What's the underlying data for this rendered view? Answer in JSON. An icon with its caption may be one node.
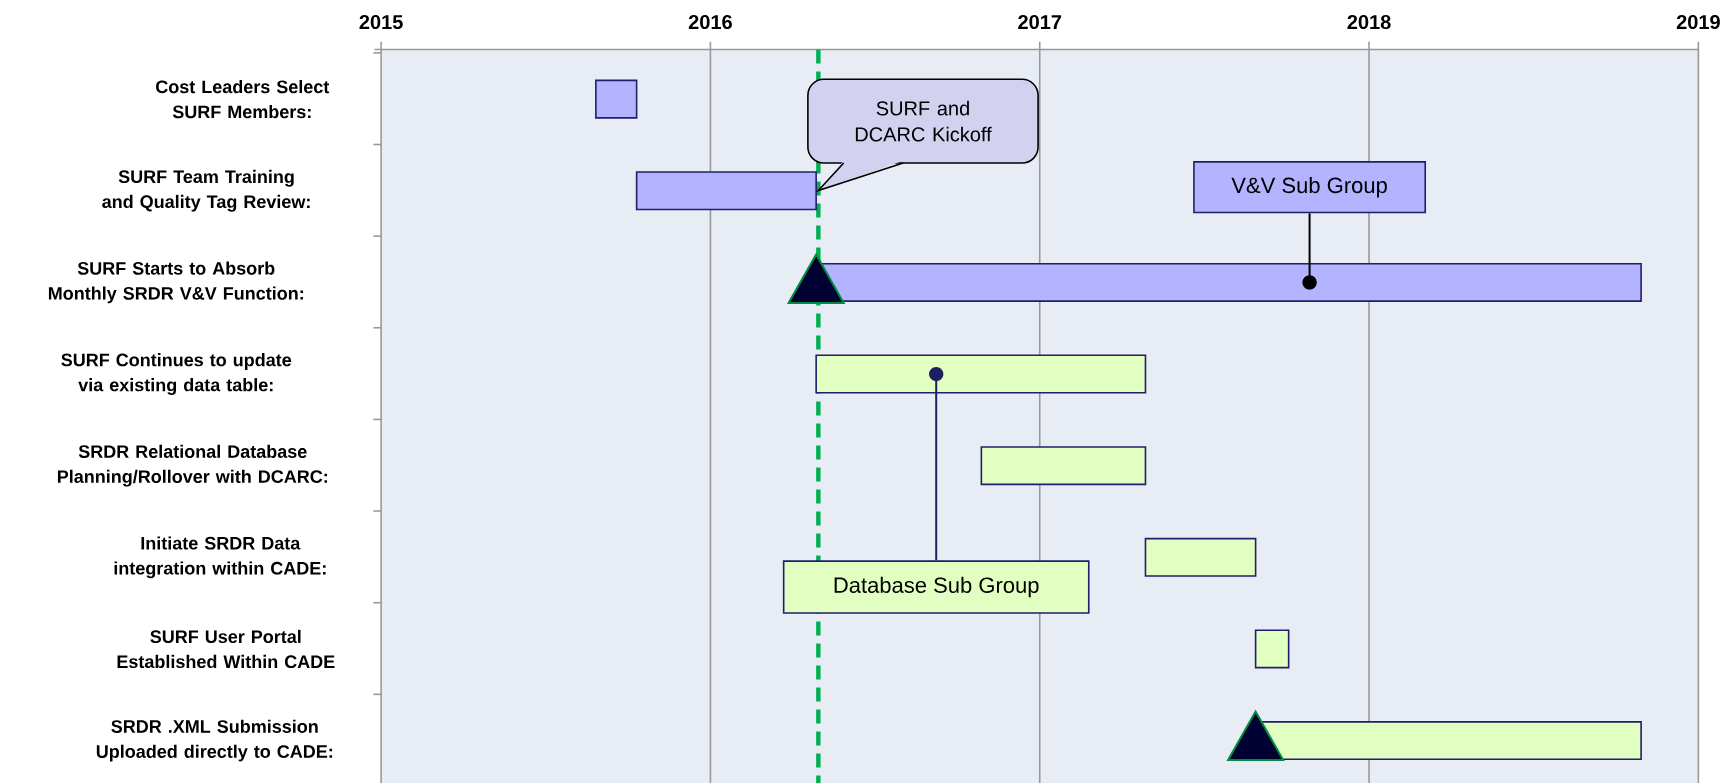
{
  "diagram": {
    "nodes": [
      {
        "text": [],
        "shape": "bar"
      },
      {
        "text": [],
        "shape": "bar"
      },
      {
        "text": [],
        "shape": "bar"
      },
      {
        "text": [],
        "shape": "bar"
      },
      {
        "text": [],
        "shape": "bar"
      },
      {
        "text": [],
        "shape": "bar"
      },
      {
        "text": [],
        "shape": "bar"
      },
      {
        "text": [],
        "shape": "bar"
      },
      {
        "text": [
          "SURF and DCARC Kickoff"
        ]
      },
      {
        "text": [
          "V&V Sub Group"
        ]
      },
      {
        "text": [
          "Database Sub Group"
        ]
      }
    ],
    "edges": [
      {
        "from": 9,
        "to": 2,
        "arrow": "other"
      },
      {
        "from": 10,
        "to": 3,
        "arrow": "other",
        "color": "#1f1f5f"
      }
    ],
    "labels": [
      "2015",
      "2016",
      "2017",
      "2018",
      "2019",
      "Cost Leaders Select SURF Members:",
      "SURF Team Training and Quality Tag Review:",
      "SURF Starts to Absorb Monthly SRDR V&V Function:",
      "SURF Continues to update via existing data table:",
      "SRDR Relational Database Planning/Rollover with DCARC:",
      "Initiate SRDR Data integration within CADE:",
      "SURF User Portal Established Within CADE",
      "SRDR .XML Submission Uploaded directly to CADE:"
    ]
  }
}
